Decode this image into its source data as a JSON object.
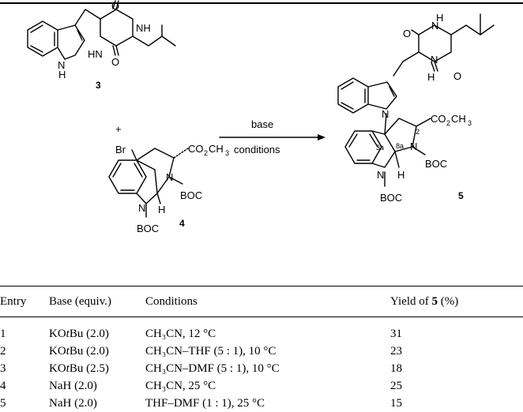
{
  "scheme": {
    "compound3": "3",
    "compound4": "4",
    "compound5": "5",
    "plus": "+",
    "arrow_top": "base",
    "arrow_bottom": "conditions",
    "atoms": {
      "O": "O",
      "N": "N",
      "H": "H",
      "HN": "HN",
      "NH": "NH",
      "Br": "Br",
      "BOC": "BOC",
      "CO2CH3_a": "CO",
      "CO2CH3_b": "2",
      "CO2CH3_c": "CH",
      "CO2CH3_d": "3",
      "label_3a": "3a",
      "label_8a": "8a",
      "label_2": "2"
    }
  },
  "table": {
    "headers": {
      "entry": "Entry",
      "base": "Base (equiv.)",
      "conditions": "Conditions",
      "yield_pre": "Yield of ",
      "yield_bold": "5",
      "yield_post": " (%)"
    },
    "rows": [
      {
        "entry": "1",
        "base_a": "KO",
        "base_i": "t",
        "base_b": "Bu (2.0)",
        "cond": "CH₃CN, 12 °C",
        "yield": "31"
      },
      {
        "entry": "2",
        "base_a": "KO",
        "base_i": "t",
        "base_b": "Bu (2.0)",
        "cond": "CH₃CN–THF (5 : 1), 10 °C",
        "yield": "23"
      },
      {
        "entry": "3",
        "base_a": "KO",
        "base_i": "t",
        "base_b": "Bu (2.5)",
        "cond": "CH₃CN–DMF (5 : 1), 10 °C",
        "yield": "18"
      },
      {
        "entry": "4",
        "base_a": "NaH (2.0)",
        "base_i": "",
        "base_b": "",
        "cond": "CH₃CN, 25 °C",
        "yield": "25"
      },
      {
        "entry": "5",
        "base_a": "NaH (2.0)",
        "base_i": "",
        "base_b": "",
        "cond": "THF–DMF (1 : 1), 25 °C",
        "yield": "15"
      }
    ]
  }
}
